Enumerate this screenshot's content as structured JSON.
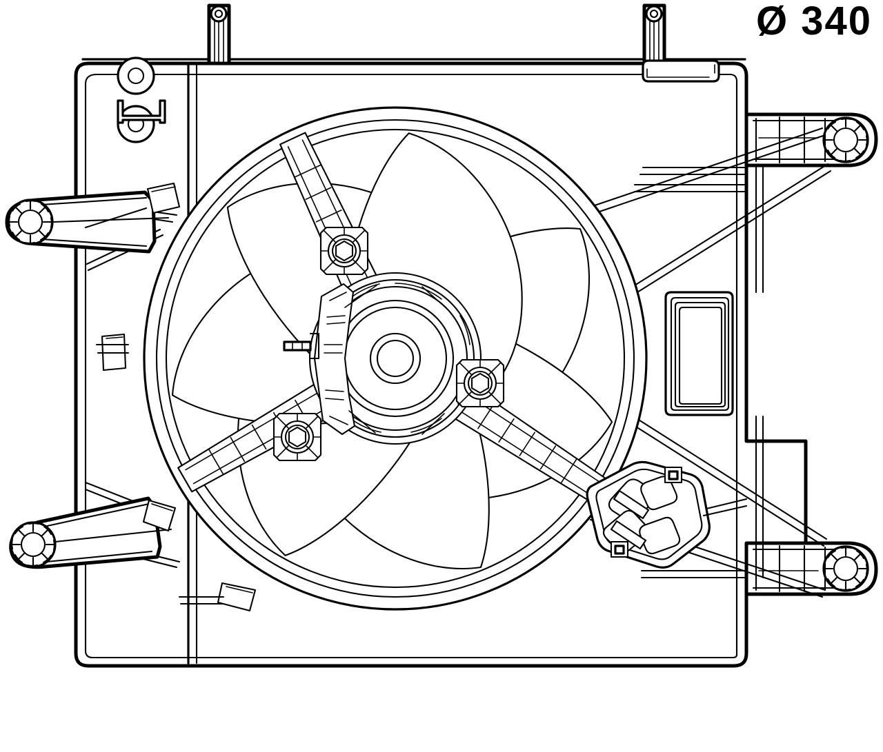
{
  "drawing": {
    "title": "Engine cooling fan assembly with shroud — technical line drawing",
    "dimension_label": "Ø 340",
    "dimension_symbol": "Ø",
    "dimension_value": "340",
    "dimension_unit_implied": "mm",
    "view": "front elevation",
    "line_color": "#000000",
    "background_color": "#ffffff",
    "fan": {
      "blade_count": 7,
      "spoke_count": 3,
      "hub_bolt_count": 3,
      "nominal_diameter": "340"
    },
    "shroud": {
      "mounting_grommets": 4,
      "top_mounting_posts": 2,
      "top_left_holes": 2,
      "top_right_slot": 1,
      "right_recess_panel": 1,
      "connector_blocks": 1,
      "retaining_clips": 4
    },
    "parts": [
      {
        "name": "fan-shroud-frame",
        "label": "Fan shroud frame"
      },
      {
        "name": "fan-ring",
        "label": "Fan ring"
      },
      {
        "name": "fan-blades",
        "label": "Fan blades"
      },
      {
        "name": "fan-hub",
        "label": "Fan hub"
      },
      {
        "name": "hub-bolt",
        "label": "Hub bolt"
      },
      {
        "name": "support-spoke",
        "label": "Support spoke"
      },
      {
        "name": "mounting-grommet",
        "label": "Mounting grommet"
      },
      {
        "name": "mounting-post",
        "label": "Mounting post"
      },
      {
        "name": "electrical-connector",
        "label": "Electrical connector block"
      },
      {
        "name": "recess-panel",
        "label": "Recessed panel"
      },
      {
        "name": "retaining-clip",
        "label": "Retaining clip"
      }
    ]
  }
}
